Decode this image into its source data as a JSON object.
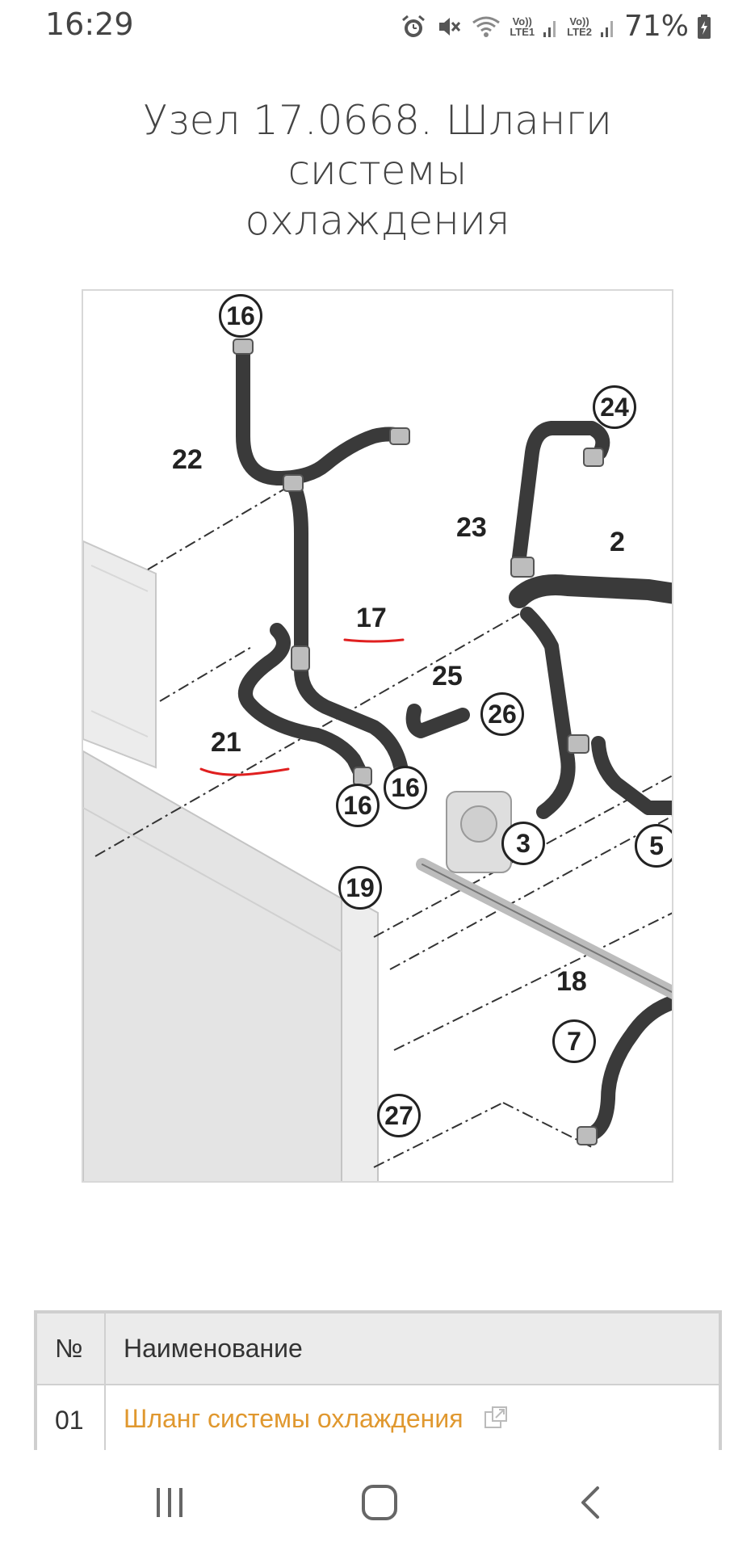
{
  "status_bar": {
    "time": "16:29",
    "sim1": {
      "top": "Vo))",
      "bottom": "LTE1"
    },
    "sim2": {
      "top": "Vo))",
      "bottom": "LTE2"
    },
    "battery_percent": "71%",
    "icons": [
      "alarm-icon",
      "mute-icon",
      "wifi-icon",
      "signal-icon",
      "signal-icon",
      "battery-icon"
    ]
  },
  "page": {
    "title_line1": "Узел 17.0668. Шланги системы",
    "title_line2": "охлаждения"
  },
  "diagram": {
    "callouts": [
      "16",
      "22",
      "24",
      "23",
      "2",
      "17",
      "25",
      "26",
      "21",
      "16",
      "16",
      "3",
      "5",
      "19",
      "18",
      "7",
      "27"
    ]
  },
  "table": {
    "headers": {
      "num": "№",
      "name": "Наименование"
    },
    "rows": [
      {
        "num": "01",
        "name": "Шланг системы охлаждения"
      }
    ]
  },
  "colors": {
    "link": "#e0982f",
    "hose": "#3a3a3a",
    "annotation_underline": "#e02020",
    "table_header_bg": "#ebebeb"
  },
  "nav_bar": {
    "icons": [
      "recent-apps-icon",
      "home-icon",
      "back-icon"
    ]
  }
}
